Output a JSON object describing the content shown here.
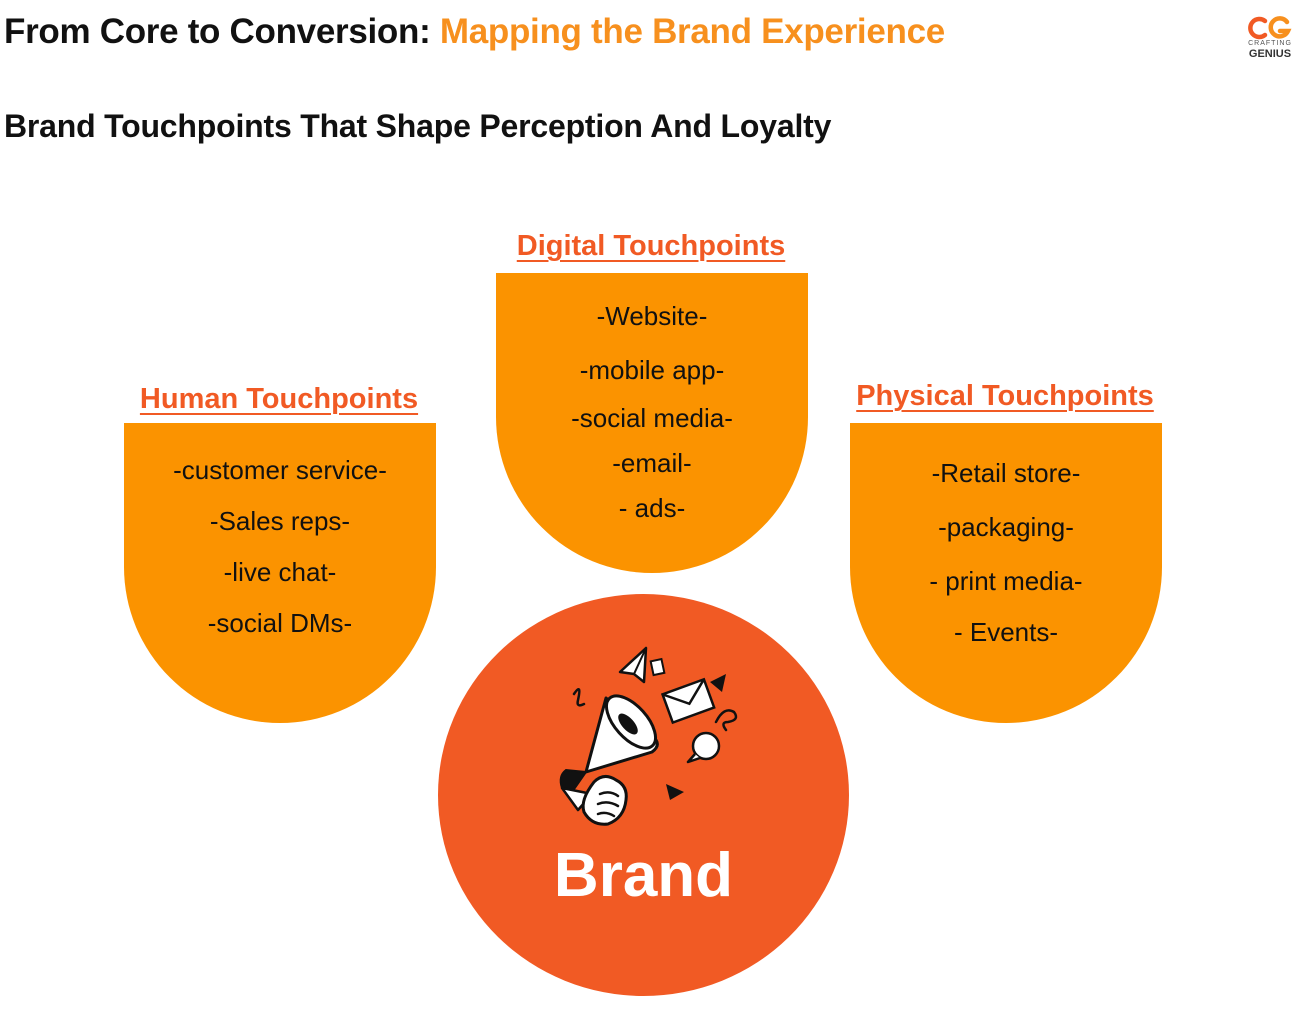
{
  "header": {
    "title_main": "From Core to Conversion: ",
    "title_accent": "Mapping the Brand Experience",
    "subtitle": "Brand Touchpoints That Shape Perception And Loyalty"
  },
  "logo": {
    "mark": "CG",
    "small_text": "CRAFTING",
    "name": "GENIUS",
    "colors": {
      "c": "#f15a24",
      "g": "#f7901e"
    }
  },
  "touchpoints": {
    "digital": {
      "title": " Digital Touchpoints",
      "items": [
        "-Website-",
        "-mobile app-",
        "-social media-",
        "-email-",
        "- ads-"
      ]
    },
    "human": {
      "title": "Human Touchpoints",
      "items": [
        "-customer service-",
        "-Sales reps-",
        "-live chat-",
        "-social DMs-"
      ]
    },
    "physical": {
      "title": "Physical Touchpoints",
      "items": [
        "-Retail store-",
        "-packaging-",
        "- print media-",
        "- Events-"
      ]
    }
  },
  "center": {
    "label": "Brand",
    "icon": "megaphone-icon"
  },
  "colors": {
    "touchpoint_fill": "#fb9300",
    "brand_fill": "#f15a24",
    "section_title": "#f15a24",
    "title_accent": "#f7901e"
  }
}
